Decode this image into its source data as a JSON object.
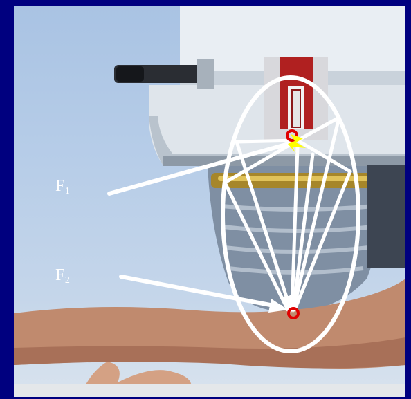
{
  "labels": {
    "focus1": {
      "main": "F",
      "sub": "1"
    },
    "focus2": {
      "main": "F",
      "sub": "2"
    }
  },
  "colors": {
    "frame": "#00007f",
    "sky": "#b7cde8",
    "ellipse": "#ffffff",
    "arrow": "#ffffff",
    "focus_ring": "#e00000",
    "spark": "#ffff00",
    "electrode": "#b02020"
  },
  "icons": {
    "spark": "lightning-spark-icon"
  }
}
